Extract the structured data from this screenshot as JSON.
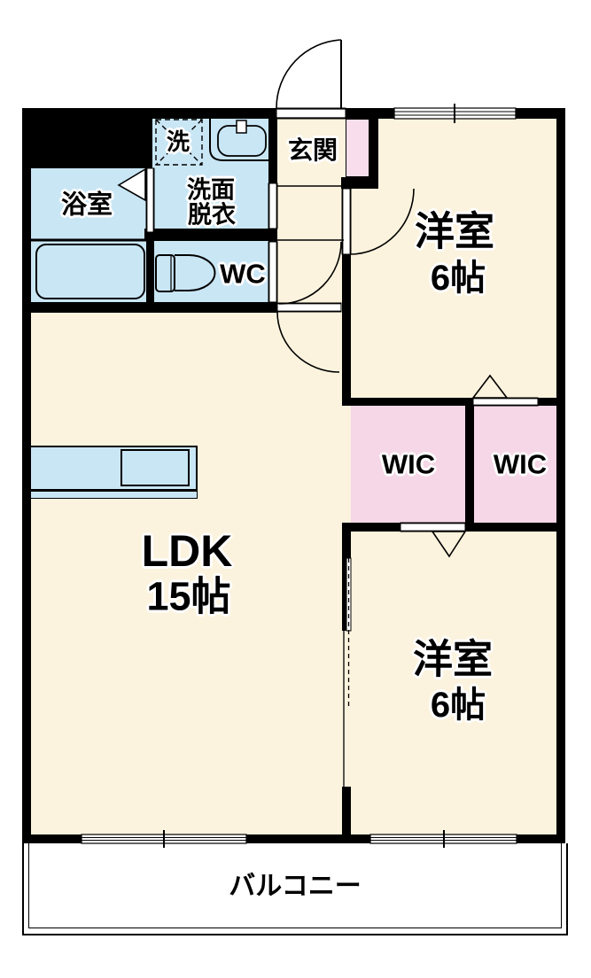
{
  "floorplan": {
    "rooms": {
      "genkan": {
        "label": "玄関"
      },
      "bathroom": {
        "label": "浴室"
      },
      "washroom": {
        "label_line1": "洗面",
        "label_line2": "脱衣"
      },
      "washer": {
        "label": "洗"
      },
      "toilet": {
        "label": "WC"
      },
      "bedroom_top": {
        "label": "洋室",
        "size": "6帖"
      },
      "wic_left": {
        "label": "WIC"
      },
      "wic_right": {
        "label": "WIC"
      },
      "ldk": {
        "label": "LDK",
        "size": "15帖"
      },
      "bedroom_bottom": {
        "label": "洋室",
        "size": "6帖"
      },
      "balcony": {
        "label": "バルコニー"
      }
    },
    "colors": {
      "wall": "#000000",
      "room_cream": "#FCF3DE",
      "wet_area_blue": "#C9E6F5",
      "closet_pink": "#F5D7E7",
      "shoe_cabinet_pink": "#F8DEEC",
      "floor_white": "#FFFFFF"
    }
  }
}
